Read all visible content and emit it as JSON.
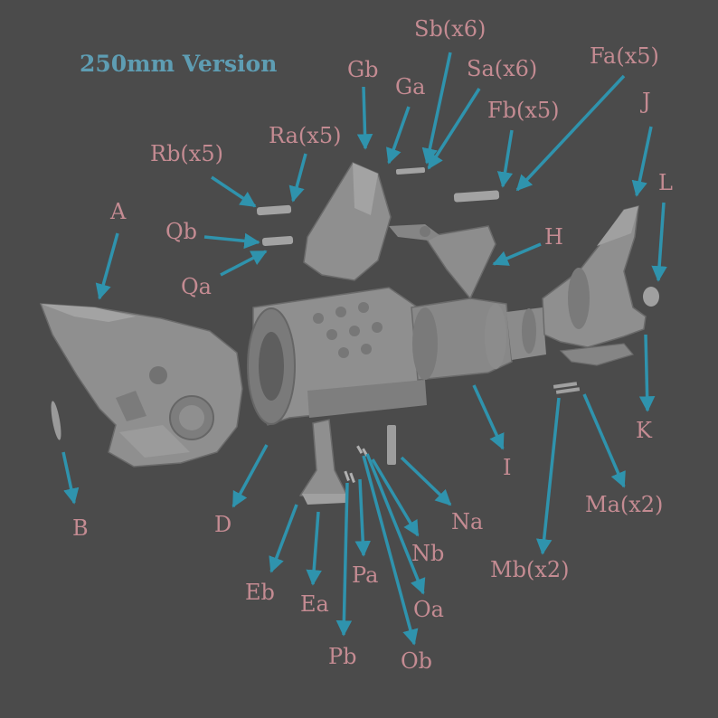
{
  "version_label": "250mm Version",
  "colors": {
    "background": "#4b4b4b",
    "part": "#8f8f8f",
    "part_shade": "#6f6f6f",
    "label": "#c48b92",
    "version": "#5e9db3",
    "arrow": "#2f93ad"
  },
  "labels": {
    "A": "A",
    "B": "B",
    "D": "D",
    "Eb": "Eb",
    "Ea": "Ea",
    "Pb": "Pb",
    "Pa": "Pa",
    "Ob": "Ob",
    "Oa": "Oa",
    "Nb": "Nb",
    "Na": "Na",
    "I": "I",
    "Mb": "Mb(x2)",
    "Ma": "Ma(x2)",
    "K": "K",
    "L": "L",
    "J": "J",
    "H": "H",
    "Fa": "Fa(x5)",
    "Fb": "Fb(x5)",
    "Sa": "Sa(x6)",
    "Sb": "Sb(x6)",
    "Ga": "Ga",
    "Gb": "Gb",
    "Ra": "Ra(x5)",
    "Rb": "Rb(x5)",
    "Qb": "Qb",
    "Qa": "Qa"
  }
}
